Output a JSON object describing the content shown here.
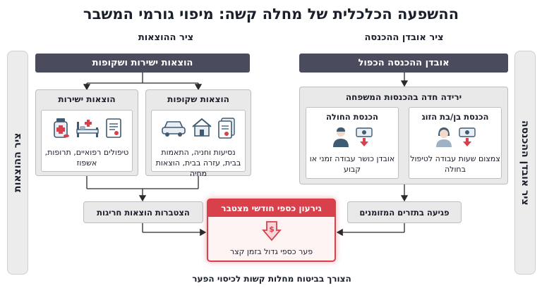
{
  "title": "ההשפעה הכלכלית של מחלה קשה: מיפוי גורמי המשבר",
  "axes": {
    "expenses_header": "ציר ההוצאות",
    "income_header": "ציר אובדן ההכנסה",
    "left_side": "ציר ההוצאות",
    "right_side": "ציר אובדן ההכנסה"
  },
  "expenses": {
    "bar": "הוצאות ישירות ושקופות",
    "direct": {
      "title": "הוצאות ישירות",
      "text": "טיפולים רפואיים, תרופות, אשפוז",
      "icons": [
        "medicine-bottle-icon",
        "hospital-bed-icon",
        "medical-document-icon"
      ]
    },
    "transparent": {
      "title": "הוצאות שקופות",
      "text": "נסיעות וחניה, התאמות בבית, עזרה בבית, הוצאות מחיה",
      "icons": [
        "car-icon",
        "house-icon",
        "bills-icon"
      ]
    },
    "accumulation": "הצטברות הוצאות חריגות"
  },
  "income": {
    "bar": "אובדן ההכנסה הכפול",
    "panel_title": "ירידה חדה בהכנסות המשפחה",
    "patient": {
      "title": "הכנסת החולה",
      "text": "אובדן כושר עבודה זמני או קבוע",
      "icons": [
        "male-person-icon",
        "cash-down-icon"
      ]
    },
    "spouse": {
      "title": "הכנסת בן/בת הזוג",
      "text": "צמצום שעות עבודה לטיפול בחולה",
      "icons": [
        "female-person-icon",
        "cash-down-icon"
      ]
    },
    "cashflow": "פגיעה בתזרים המזומנים"
  },
  "center": {
    "title": "גירעון כספי חודשי מצטבר",
    "icon": "dollar-down-icon",
    "text": "פער כספי גדול בזמן קצר"
  },
  "bottom_note": "הצורך בביטוח מחלות קשות לכיסוי הפער",
  "colors": {
    "dark_bar": "#4a4c5e",
    "panel_bg": "#e9e9e9",
    "accent_red": "#d8404b",
    "icon_blue": "#3f5a73"
  }
}
